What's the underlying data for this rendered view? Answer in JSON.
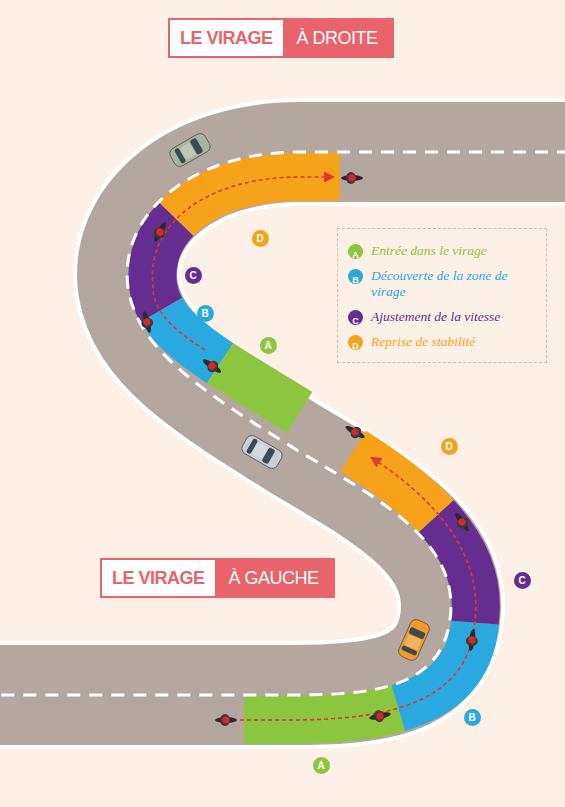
{
  "diagram": {
    "nodes": [
      {
        "text": [
          "LE VIRAGE",
          "À DROITE"
        ]
      },
      {
        "text": [
          "LE VIRAGE",
          "À GAUCHE"
        ]
      }
    ],
    "labels": [
      "A",
      "B",
      "C",
      "D",
      "D",
      "C",
      "B",
      "A",
      "D",
      "C",
      "B",
      "A"
    ],
    "legend": [
      {
        "text": "Entrée dans le virage",
        "color": "#8cc63e"
      },
      {
        "text": "Découverte de la zone de virage",
        "color": "#29a9e0"
      },
      {
        "text": "Ajustement de la vitesse",
        "color": "#662d91"
      },
      {
        "text": "Reprise de stabilité",
        "color": "#f7a21b"
      }
    ]
  }
}
